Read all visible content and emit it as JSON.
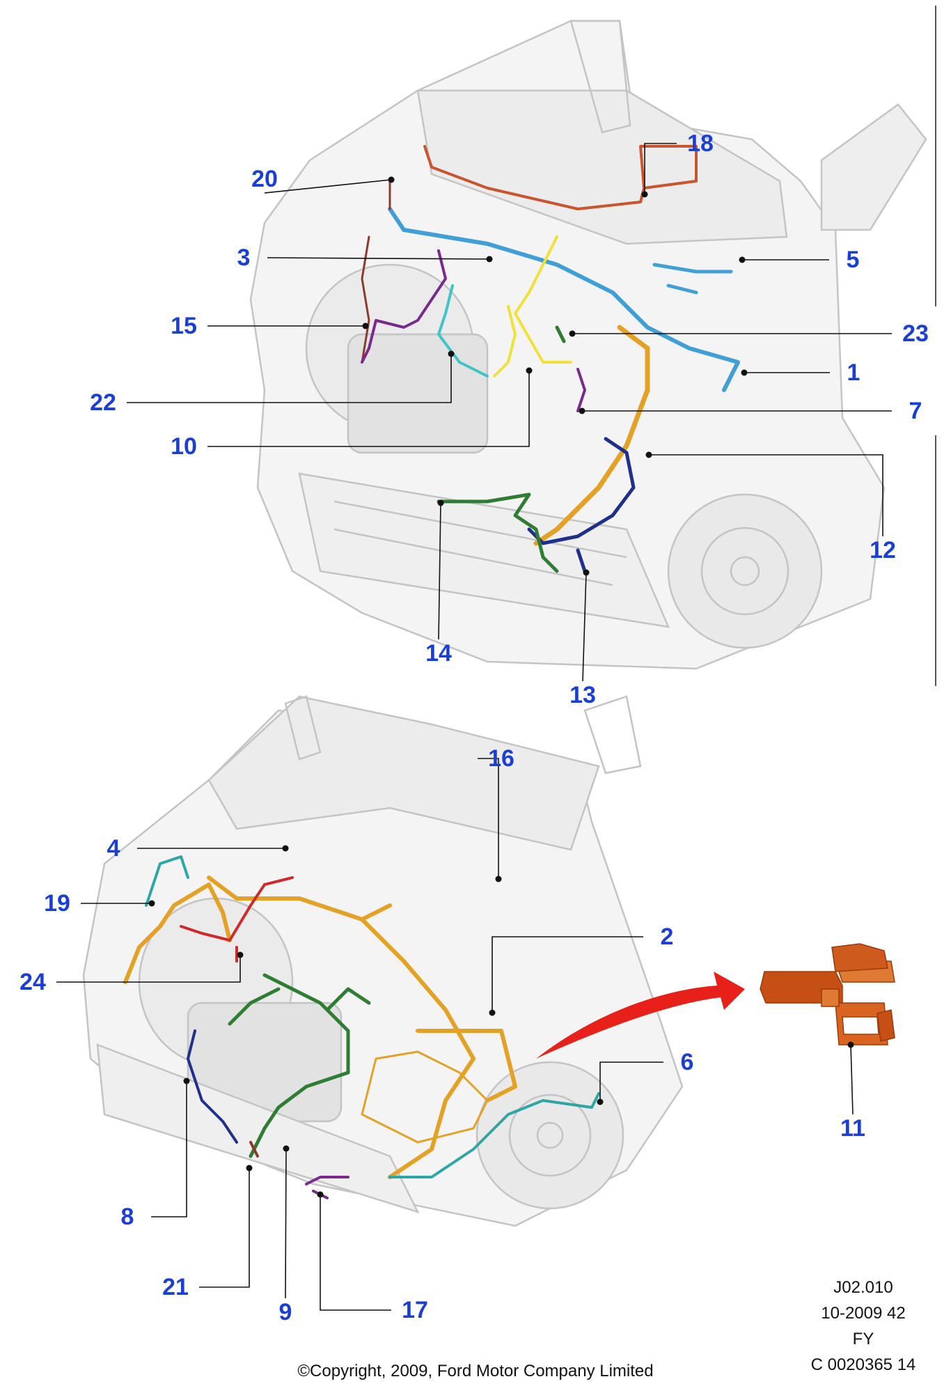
{
  "colors": {
    "callout_number": "#1a3fd6",
    "leader_line": "#111111",
    "vehicle_outline": "#bfbfbf",
    "arrow": "#e8201a",
    "part_11": "#d9641f",
    "harness_light_blue": "#3f9fd6",
    "harness_orange": "#e3a226",
    "harness_navy": "#1f2f8c",
    "harness_green": "#2f7d33",
    "harness_purple": "#7a2a8e",
    "harness_red": "#cf2a2a",
    "harness_yellow": "#efe13a",
    "harness_cyan": "#3fc4c8",
    "harness_brown": "#8a3b2a",
    "harness_rust": "#c8552e",
    "harness_teal": "#2fa6a6"
  },
  "top_view": {
    "callouts": [
      "18",
      "20",
      "3",
      "5",
      "15",
      "23",
      "1",
      "22",
      "7",
      "10",
      "12",
      "14",
      "13"
    ]
  },
  "bottom_view": {
    "callouts": [
      "16",
      "4",
      "19",
      "2",
      "24",
      "6",
      "11",
      "8",
      "21",
      "9",
      "17"
    ]
  },
  "reference": {
    "lines": [
      "J02.010",
      "10-2009 42",
      "FY",
      "C 0020365 14"
    ]
  },
  "copyright": "©Copyright, 2009, Ford Motor Company Limited"
}
